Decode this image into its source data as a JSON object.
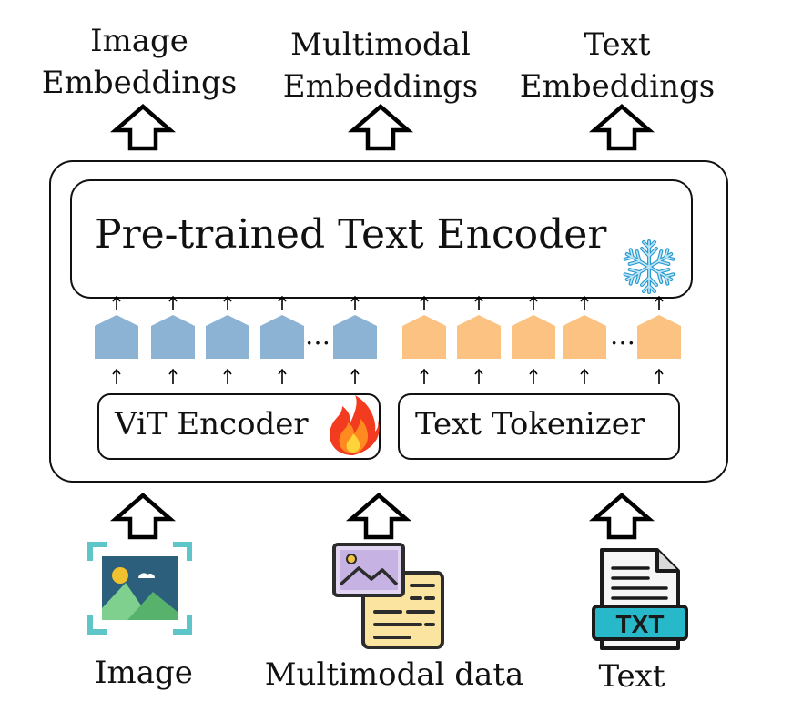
{
  "outputs": {
    "image": [
      "Image",
      "Embeddings"
    ],
    "multimodal": [
      "Multimodal",
      "Embeddings"
    ],
    "text": [
      "Text",
      "Embeddings"
    ]
  },
  "encoder": {
    "text_encoder_label": "Pre-trained Text Encoder",
    "vit_label": "ViT Encoder",
    "tokenizer_label": "Text Tokenizer",
    "image_token_color": "#8db3d4",
    "text_token_color": "#fcc281",
    "ellipsis": "…"
  },
  "inputs": {
    "image_label": "Image",
    "multimodal_label": "Multimodal data",
    "text_label": "Text",
    "txt_badge": "TXT"
  },
  "icons": [
    "up-arrow-icon",
    "snowflake-icon",
    "flame-icon",
    "image-icon",
    "multimodal-data-icon",
    "txt-file-icon"
  ]
}
